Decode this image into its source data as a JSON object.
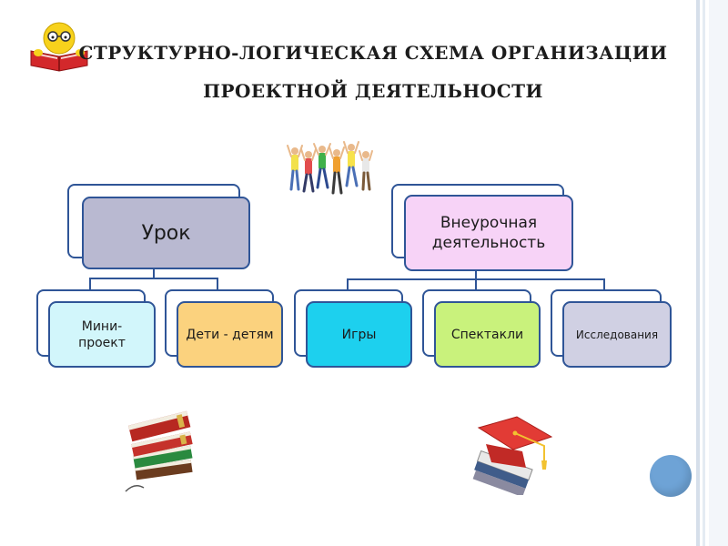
{
  "title": {
    "line1": "СТРУКТУРНО-ЛОГИЧЕСКАЯ СХЕМА ОРГАНИЗАЦИИ",
    "line2": "ПРОЕКТНОЙ ДЕЯТЕЛЬНОСТИ"
  },
  "diagram": {
    "left_root": "Урок",
    "left_children": [
      "Мини-проект",
      "Дети - детям"
    ],
    "right_root": "Внеурочная деятельность",
    "right_children": [
      "Игры",
      "Спектакли",
      "Исследования"
    ]
  },
  "colors": {
    "border": "#2f5597",
    "urok": "#b9b9d1",
    "vneurochnaya": "#f7d3f7",
    "mini_proekt": "#d2f6fb",
    "deti_detyam": "#fbd27e",
    "igry": "#1dd0ee",
    "spektakli": "#c9f27c",
    "issledovaniya": "#d0d0e3",
    "accent_circle": "#6ea3d6"
  },
  "icons": [
    "smiley-reading-icon",
    "jumping-kids-image",
    "book-stack-icon",
    "graduation-cap-books-icon"
  ]
}
